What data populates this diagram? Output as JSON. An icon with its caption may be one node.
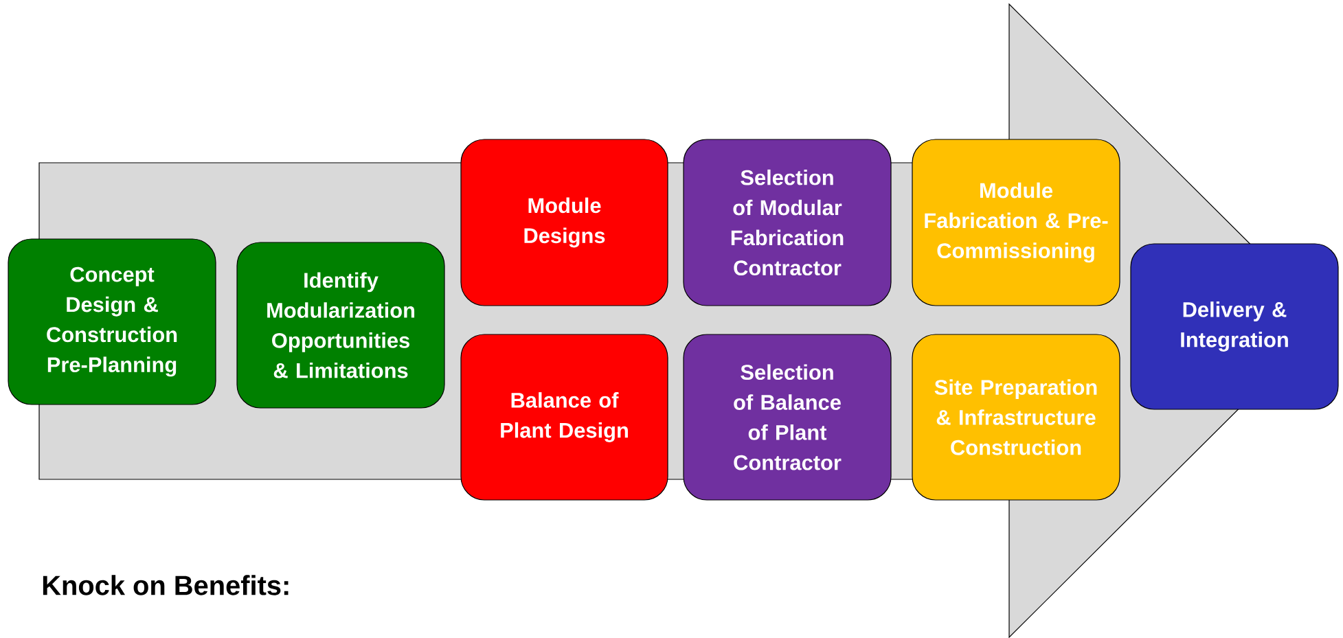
{
  "diagram": {
    "nodes": [
      {
        "text": [
          "Concept Design & Construction Pre-Planning"
        ]
      },
      {
        "text": [
          "Identify Modularization Opportunities & Limitations"
        ]
      },
      {
        "text": [
          "Module Designs"
        ]
      },
      {
        "text": [
          "Balance of Plant Design"
        ]
      },
      {
        "text": [
          "Selection of Modular Fabrication Contractor"
        ]
      },
      {
        "text": [
          "Selection of Balance of Plant Contractor"
        ]
      },
      {
        "text": [
          "Module Fabrication & Pre-Commissioning"
        ]
      },
      {
        "text": [
          "Site Preparation & Infrastructure Construction"
        ]
      },
      {
        "text": [
          "Delivery & Integration"
        ]
      }
    ],
    "edges": [
      {
        "from": 0,
        "to": 8,
        "arrow": "to"
      }
    ],
    "labels": [
      "Knock on Benefits:"
    ]
  }
}
